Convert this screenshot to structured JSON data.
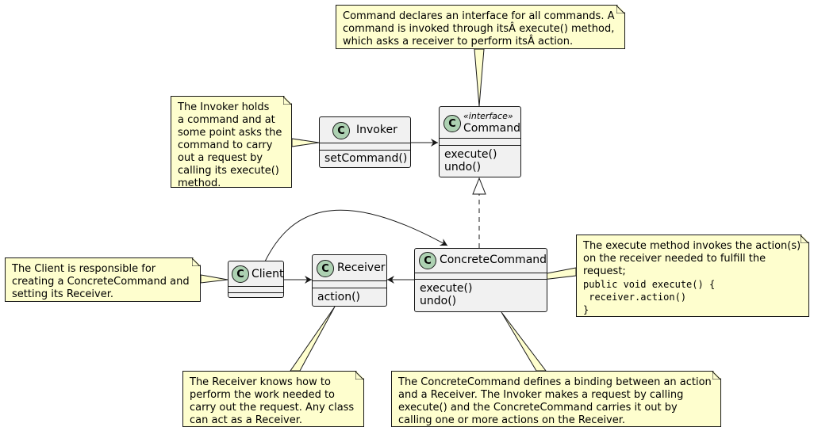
{
  "classes": {
    "command": {
      "name": "Command",
      "stereotype": "«interface»",
      "methods": [
        "execute()",
        "undo()"
      ]
    },
    "invoker": {
      "name": "Invoker",
      "methods": [
        "setCommand()"
      ]
    },
    "client": {
      "name": "Client"
    },
    "receiver": {
      "name": "Receiver",
      "methods": [
        "action()"
      ]
    },
    "concrete": {
      "name": "ConcreteCommand",
      "methods": [
        "execute()",
        "undo()"
      ]
    }
  },
  "badge_letter": "C",
  "notes": {
    "command": [
      "Command declares an interface for all commands. A",
      "command is invoked through itsÂ execute() method,",
      "which asks a receiver to perform itsÂ action."
    ],
    "invoker": [
      "The Invoker holds",
      "a command and at",
      "some point asks the",
      "command to carry",
      "out a request by",
      "calling its execute()",
      "method."
    ],
    "client": [
      "The Client is responsible for",
      "creating a ConcreteCommand and",
      "setting its Receiver."
    ],
    "execute": [
      "The execute method invokes the action(s)",
      "on the receiver needed to fulfill the",
      "request;"
    ],
    "execute_code": [
      "public void execute() {",
      " receiver.action()",
      "}"
    ],
    "receiver": [
      "The Receiver knows how to",
      "perform the work needed to",
      "carry out the request. Any class",
      "can act as a Receiver."
    ],
    "concrete": [
      "The ConcreteCommand defines a binding between an action",
      "and a Receiver. The Invoker makes a request by calling",
      "execute() and the ConcreteCommand carries it out by",
      "calling one or more actions on the Receiver."
    ]
  },
  "colors": {
    "class_fill": "#f1f1f1",
    "badge": "#add1b2",
    "note_fill": "#fefece",
    "line": "#181818"
  }
}
